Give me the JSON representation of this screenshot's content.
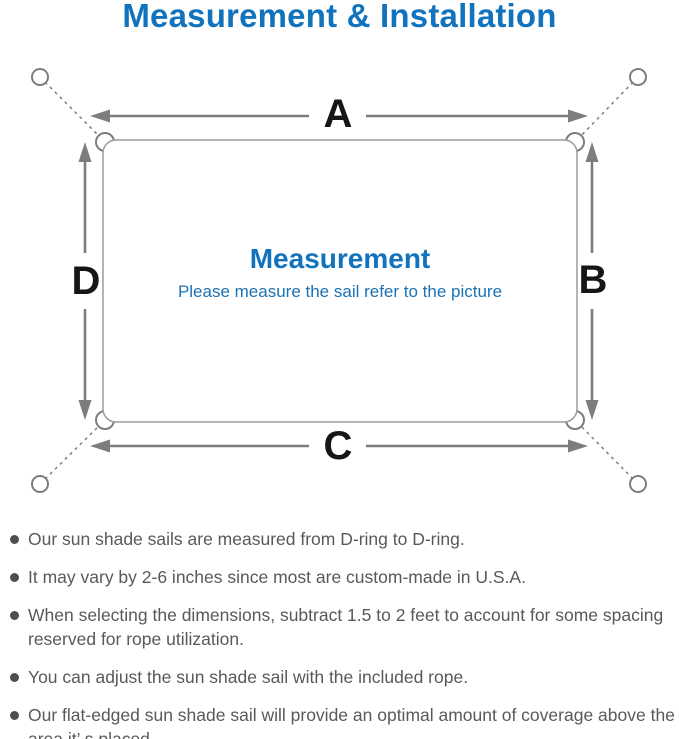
{
  "title": "Measurement & Installation",
  "diagram": {
    "heading": "Measurement",
    "caption": "Please measure the sail refer to the picture",
    "labels": {
      "top": "A",
      "right": "B",
      "bottom": "C",
      "left": "D"
    }
  },
  "notes": [
    "Our sun shade sails are measured from D-ring to D-ring.",
    "It may vary by 2-6 inches since most are custom-made in U.S.A.",
    "When selecting the dimensions, subtract 1.5 to 2 feet to account for some spacing reserved for rope utilization.",
    "You can adjust the sun shade sail with the included rope.",
    "Our flat-edged sun shade sail will provide an optimal amount of coverage above the area it’ s placed."
  ],
  "colors": {
    "accent-blue": "#1173bd",
    "caption-blue": "#1c72b4",
    "arrow-gray": "#7d7d7d",
    "outline-gray": "#9c9c9c",
    "note-gray": "#58595b",
    "bullet-gray": "#4e4e50",
    "label-black": "#161616"
  }
}
